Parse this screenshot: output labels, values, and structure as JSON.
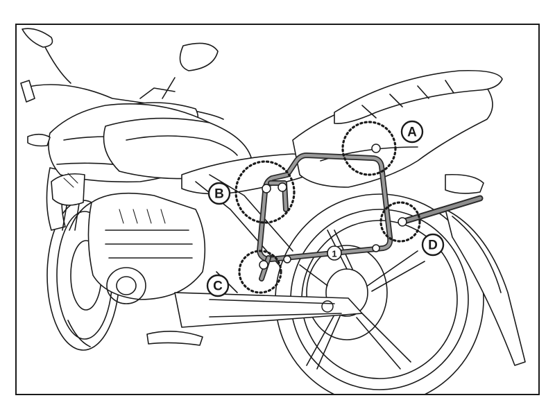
{
  "callouts": {
    "A": "A",
    "B": "B",
    "C": "C",
    "D": "D"
  },
  "part_number": "1",
  "colors": {
    "line": "#1a1a1a",
    "rack_fill": "#9a9a9a",
    "background": "#ffffff"
  }
}
